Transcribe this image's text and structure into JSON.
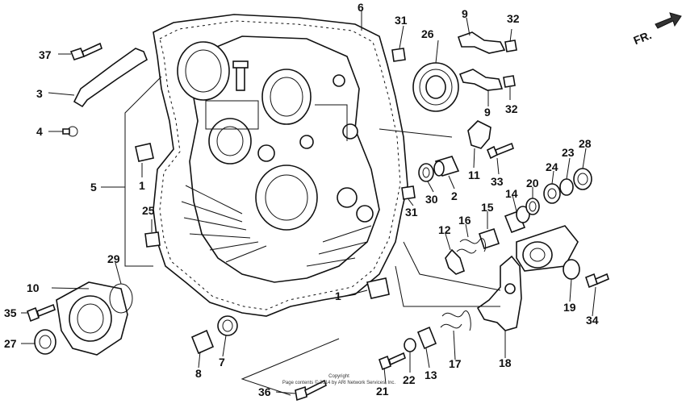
{
  "direction_label": "FR.",
  "copyright": {
    "line1": "Copyright",
    "line2": "Page contents © 2014 by ARI Network Services, Inc."
  },
  "part_labels": [
    "1",
    "1",
    "2",
    "3",
    "4",
    "5",
    "6",
    "7",
    "8",
    "9",
    "9",
    "10",
    "11",
    "12",
    "13",
    "14",
    "15",
    "16",
    "17",
    "18",
    "19",
    "20",
    "21",
    "22",
    "23",
    "24",
    "25",
    "26",
    "27",
    "28",
    "29",
    "30",
    "31",
    "31",
    "32",
    "32",
    "33",
    "34",
    "35",
    "36",
    "37"
  ]
}
